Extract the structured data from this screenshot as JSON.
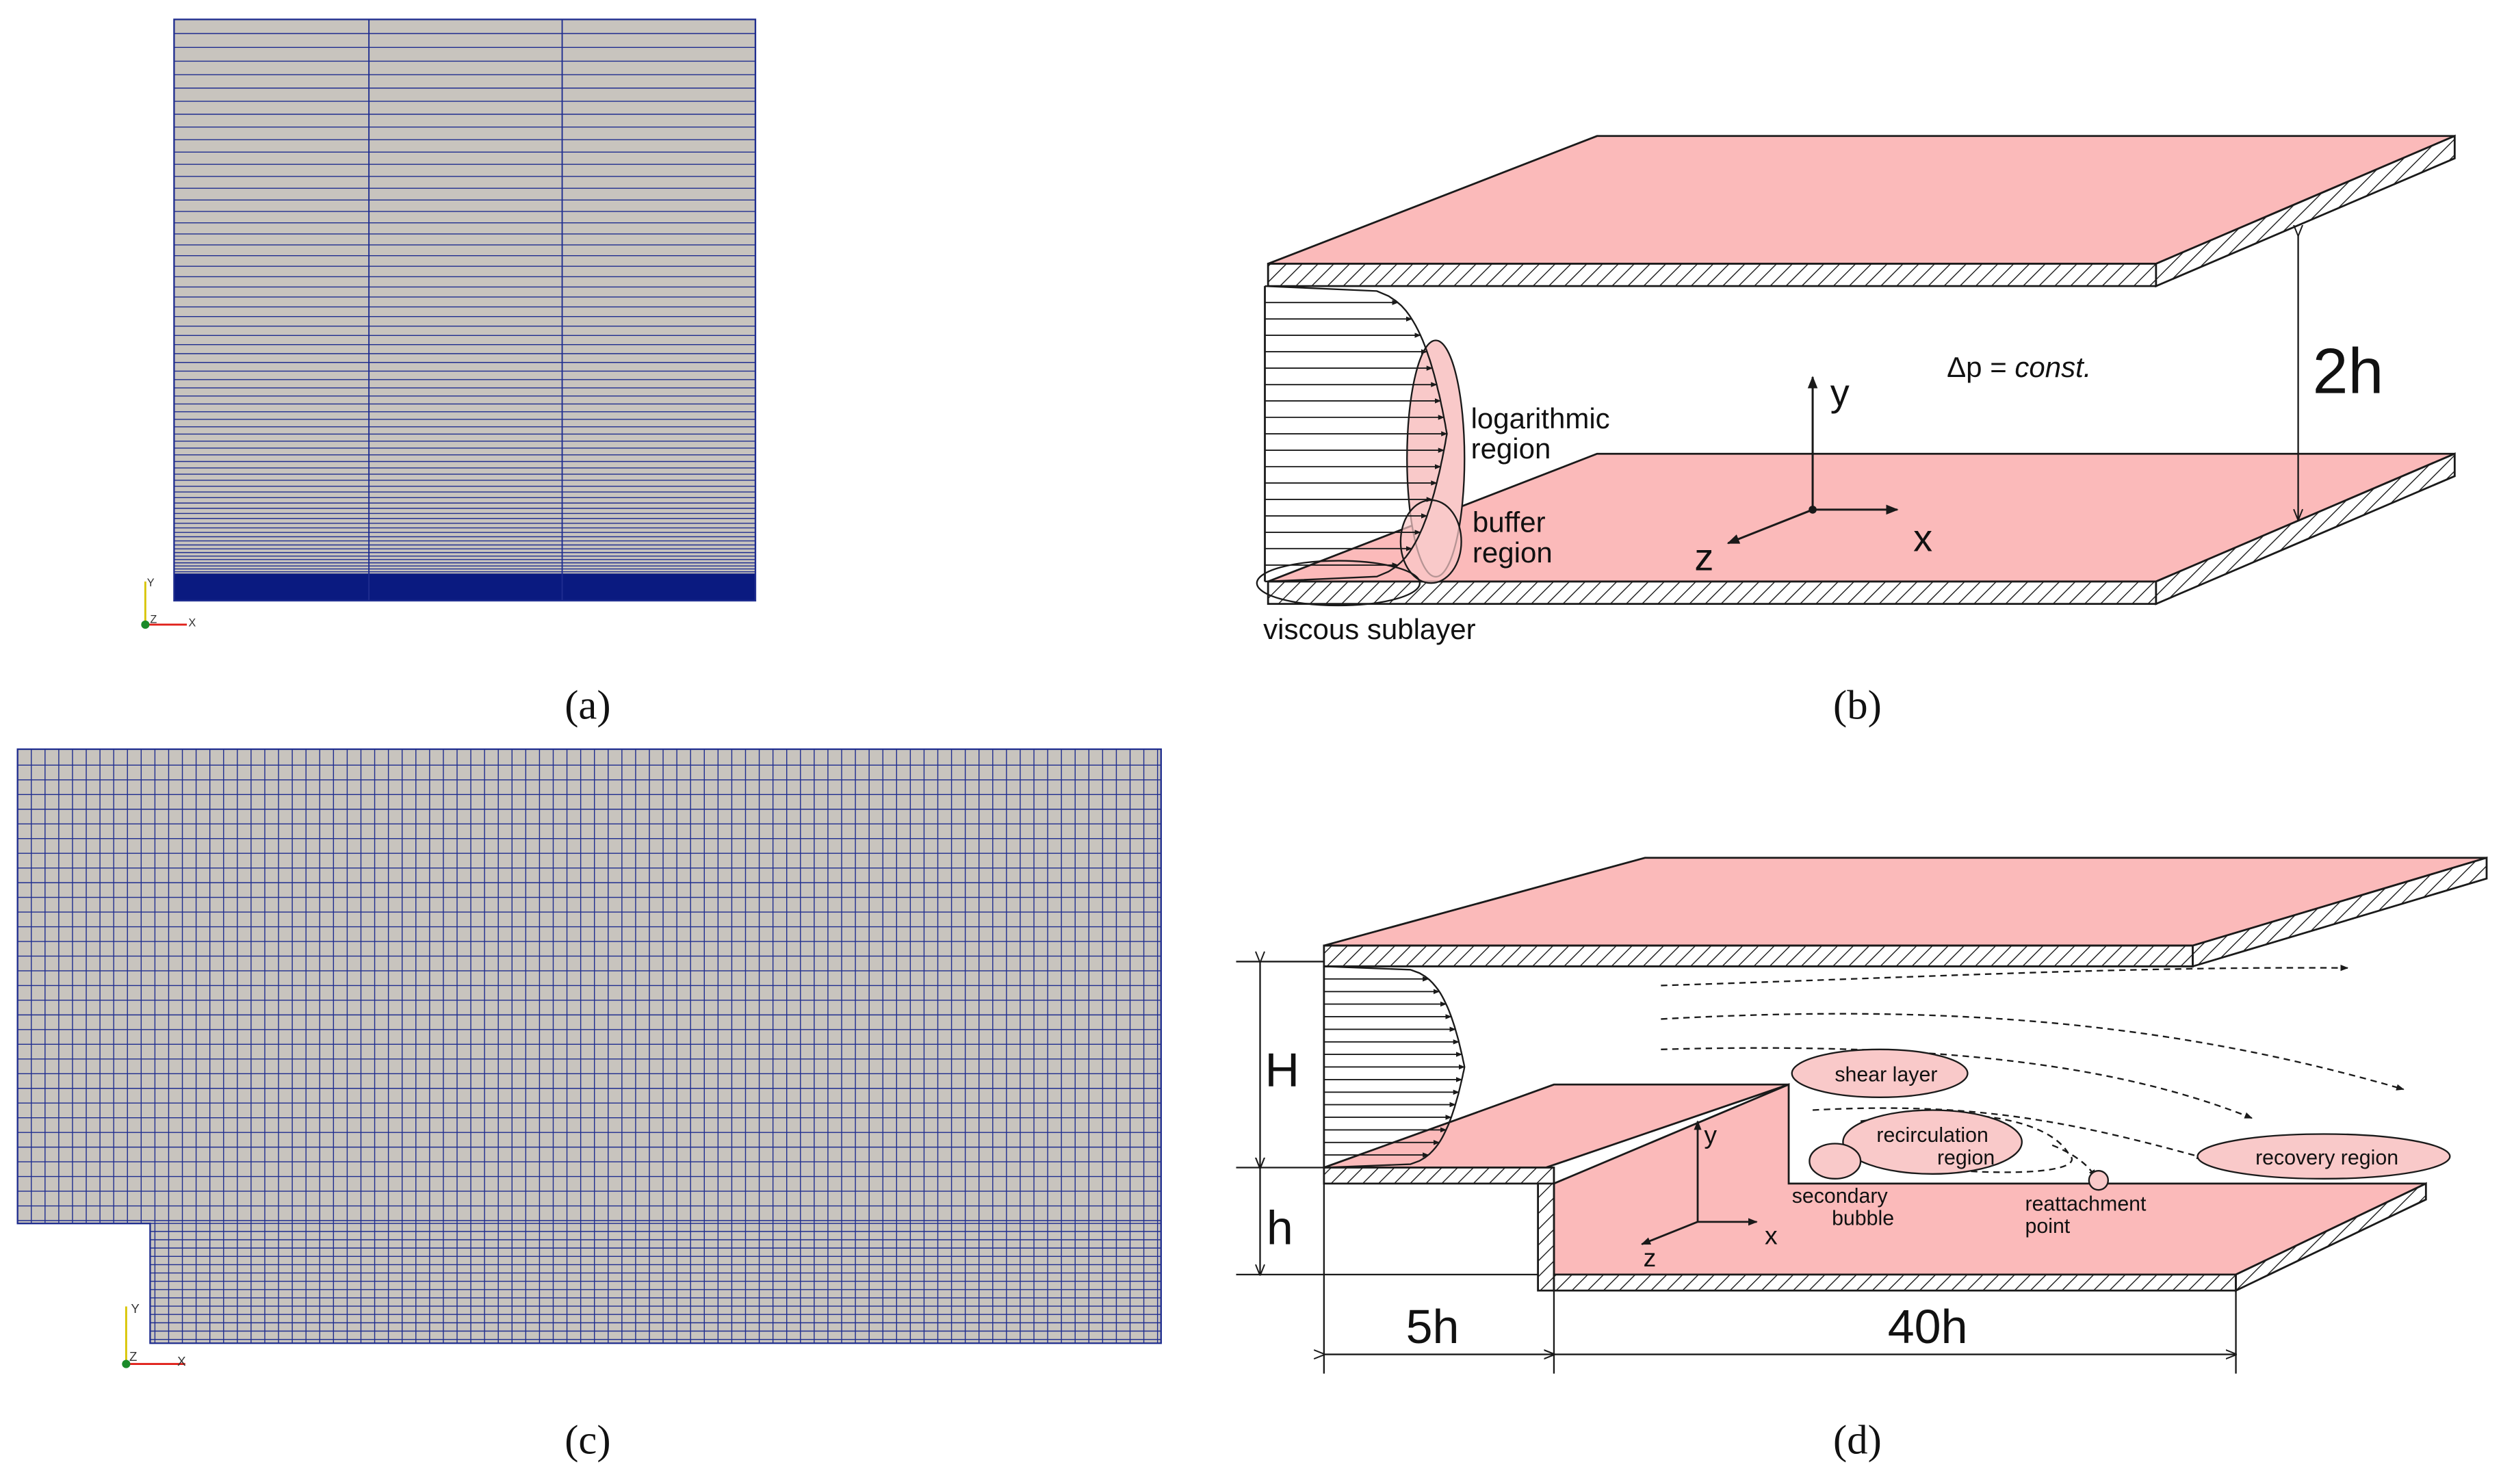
{
  "colors": {
    "mesh_fill": "#c8c4be",
    "mesh_line": "#1f2d8f",
    "mesh_dense": "#0a1a80",
    "plate_fill": "#fbbaba",
    "region_fill": "#f9c9c9",
    "line": "#1a1a1a",
    "axis_x": "#e0201a",
    "axis_y": "#d8c400",
    "axis_z": "#1a8a2a"
  },
  "icons": {
    "panel_a_axes": "xyz-triad-icon",
    "panel_c_axes": "xyz-triad-icon"
  },
  "captions": {
    "a": "(a)",
    "b": "(b)",
    "c": "(c)",
    "d": "(d)"
  },
  "panel_a": {
    "triad": {
      "y": "Y",
      "z": "Z",
      "x": "X"
    }
  },
  "panel_c": {
    "triad": {
      "y": "Y",
      "z": "Z",
      "x": "X"
    }
  },
  "panel_b": {
    "labels": {
      "logarithmic": "logarithmic",
      "logarithmic_2": "region",
      "buffer": "buffer",
      "buffer_2": "region",
      "viscous": "viscous sublayer",
      "dp": "Δp = ",
      "dp_const": "const.",
      "height": "2h",
      "axis_x": "x",
      "axis_y": "y",
      "axis_z": "z"
    }
  },
  "panel_d": {
    "labels": {
      "H": "H",
      "h": "h",
      "five_h": "5h",
      "forty_h": "40h",
      "shear_layer": "shear layer",
      "recirculation": "recirculation",
      "recirculation_2": "region",
      "recovery": "recovery region",
      "secondary": "secondary",
      "secondary_2": "bubble",
      "reattachment": "reattachment",
      "reattachment_2": "point",
      "axis_x": "x",
      "axis_y": "y",
      "axis_z": "z"
    }
  }
}
